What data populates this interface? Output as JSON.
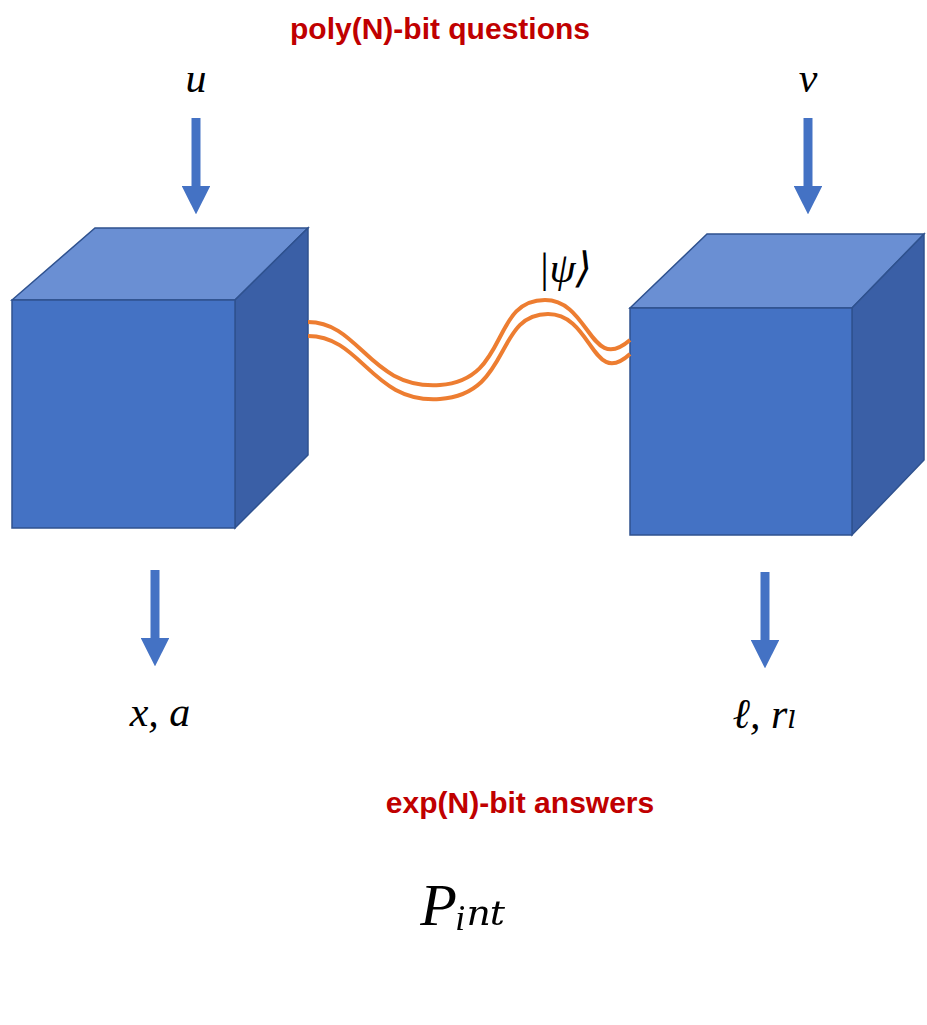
{
  "diagram": {
    "caption": "Pᵢₙₜ",
    "labels": [
      "poly(N)-bit questions",
      "u",
      "v",
      "|ψ⟩",
      "x, a",
      "ℓ, rₗ",
      "exp(N)-bit answers"
    ]
  }
}
